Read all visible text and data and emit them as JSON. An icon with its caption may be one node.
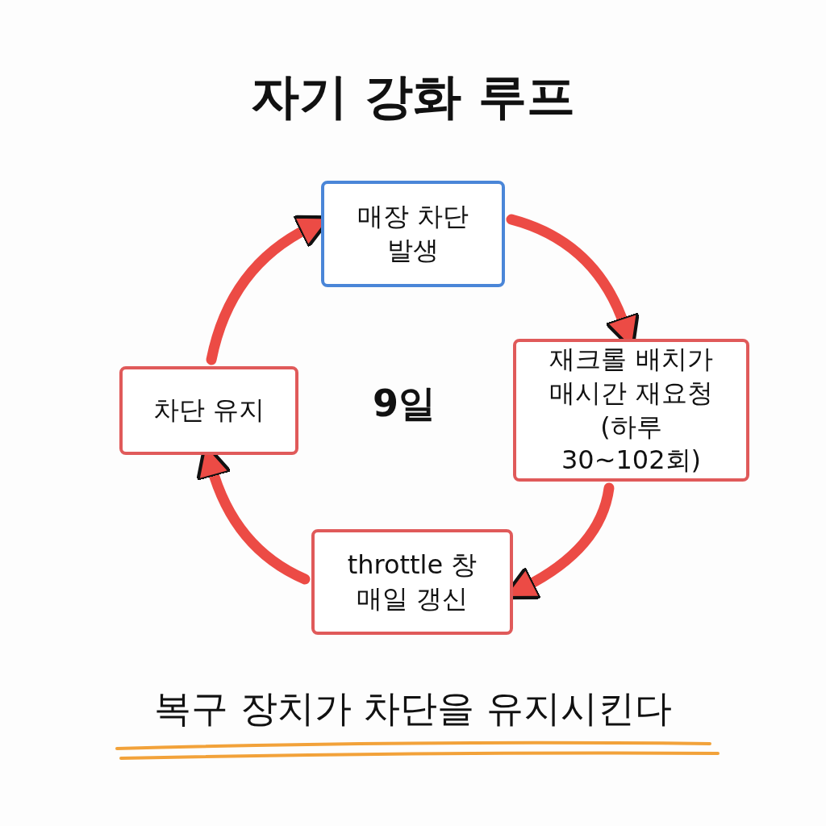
{
  "diagram": {
    "title": "자기 강화 루프",
    "caption": "복구 장치가 차단을 유지시킨다",
    "nodes": [
      {
        "text": [
          "매장 차단 발생"
        ]
      },
      {
        "text": [
          "재크롤 배치가 매시간 재요청 (하루 30~102회)"
        ]
      },
      {
        "text": [
          "throttle 창 매일 갱신"
        ]
      },
      {
        "text": [
          "차단 유지"
        ]
      }
    ],
    "edges": [
      {
        "from": 0,
        "to": 1,
        "arrow": "to"
      },
      {
        "from": 1,
        "to": 2,
        "arrow": "to"
      },
      {
        "from": 2,
        "to": 3,
        "arrow": "to"
      },
      {
        "from": 3,
        "to": 0,
        "arrow": "to"
      }
    ],
    "labels": [
      "9일"
    ]
  }
}
